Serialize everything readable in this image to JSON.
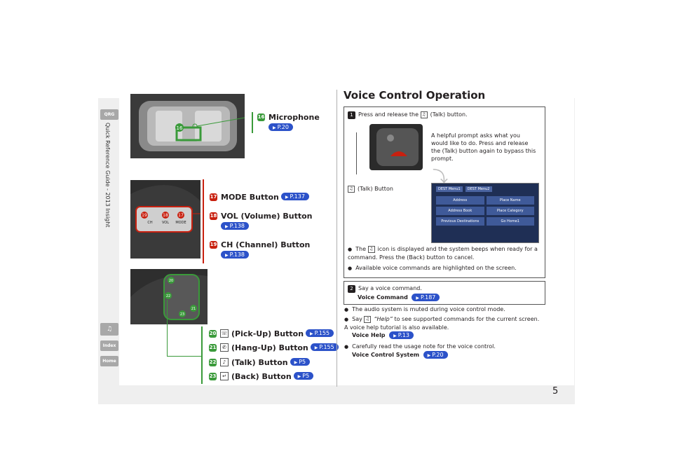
{
  "side": {
    "title": "Quick Reference Guide - 2013 Insight",
    "tabs": [
      "QRG",
      "Index",
      "Home"
    ],
    "talk_tab_icon": "voice-talk-icon"
  },
  "page_number": "5",
  "callouts": {
    "c16": {
      "num": "16",
      "label": "Microphone",
      "ref": "P.20"
    },
    "c17": {
      "num": "17",
      "label": "MODE Button",
      "ref": "P.137"
    },
    "c18": {
      "num": "18",
      "label": "VOL (Volume) Button",
      "ref": "P.138"
    },
    "c19": {
      "num": "19",
      "label": "CH (Channel) Button",
      "ref": "P.138"
    },
    "c20": {
      "num": "20",
      "label": "(Pick-Up) Button",
      "ref": "P.155",
      "icon": "☏"
    },
    "c21": {
      "num": "21",
      "label": "(Hang-Up) Button",
      "ref": "P.155",
      "icon": "✆"
    },
    "c22": {
      "num": "22",
      "label": "(Talk) Button",
      "ref": "P5",
      "icon": "♪"
    },
    "c23": {
      "num": "23",
      "label": "(Back) Button",
      "ref": "P5",
      "icon": "↵"
    }
  },
  "photo_labels": {
    "mic": "16",
    "wheel_left": [
      "19",
      "18",
      "17"
    ],
    "wheel_left_buttons": [
      "CH",
      "VOL",
      "MODE"
    ],
    "wheel_right": [
      "20",
      "22",
      "21",
      "23"
    ]
  },
  "voice": {
    "title": "Voice Control Operation",
    "step1": {
      "num": "1",
      "text_pre": "Press and release the",
      "text_post": "(Talk) button.",
      "prompt": "A helpful prompt asks what you would like to do. Press and release the (Talk) button again to bypass this prompt.",
      "talk_label": "(Talk) Button",
      "bullet1_pre": "The",
      "bullet1_post": "icon is displayed and the system beeps when ready for a command. Press the (Back) button to cancel.",
      "bullet2": "Available voice commands are highlighted on the screen."
    },
    "screen": {
      "tabs": [
        "DEST Menu1",
        "DEST Menu2"
      ],
      "items": [
        "Address",
        "Place Name",
        "Address Book",
        "Place Category",
        "Previous Destinations",
        "Go Home1"
      ]
    },
    "step2": {
      "num": "2",
      "text": "Say a voice command.",
      "link": "Voice Command",
      "ref": "P.187"
    },
    "notes": [
      {
        "text": "The audio system is muted during voice control mode."
      },
      {
        "text_pre": "Say",
        "italic": "“Help”",
        "text_post": "to see supported commands for the current screen. A voice help tutorial is also available.",
        "link": "Voice Help",
        "ref": "P.13"
      },
      {
        "text": "Carefully read the usage note for the voice control.",
        "link": "Voice Control System",
        "ref": "P.20"
      }
    ]
  },
  "colors": {
    "red": "#c8200f",
    "green": "#3a9a3a",
    "ref_blue": "#2c52c9"
  }
}
